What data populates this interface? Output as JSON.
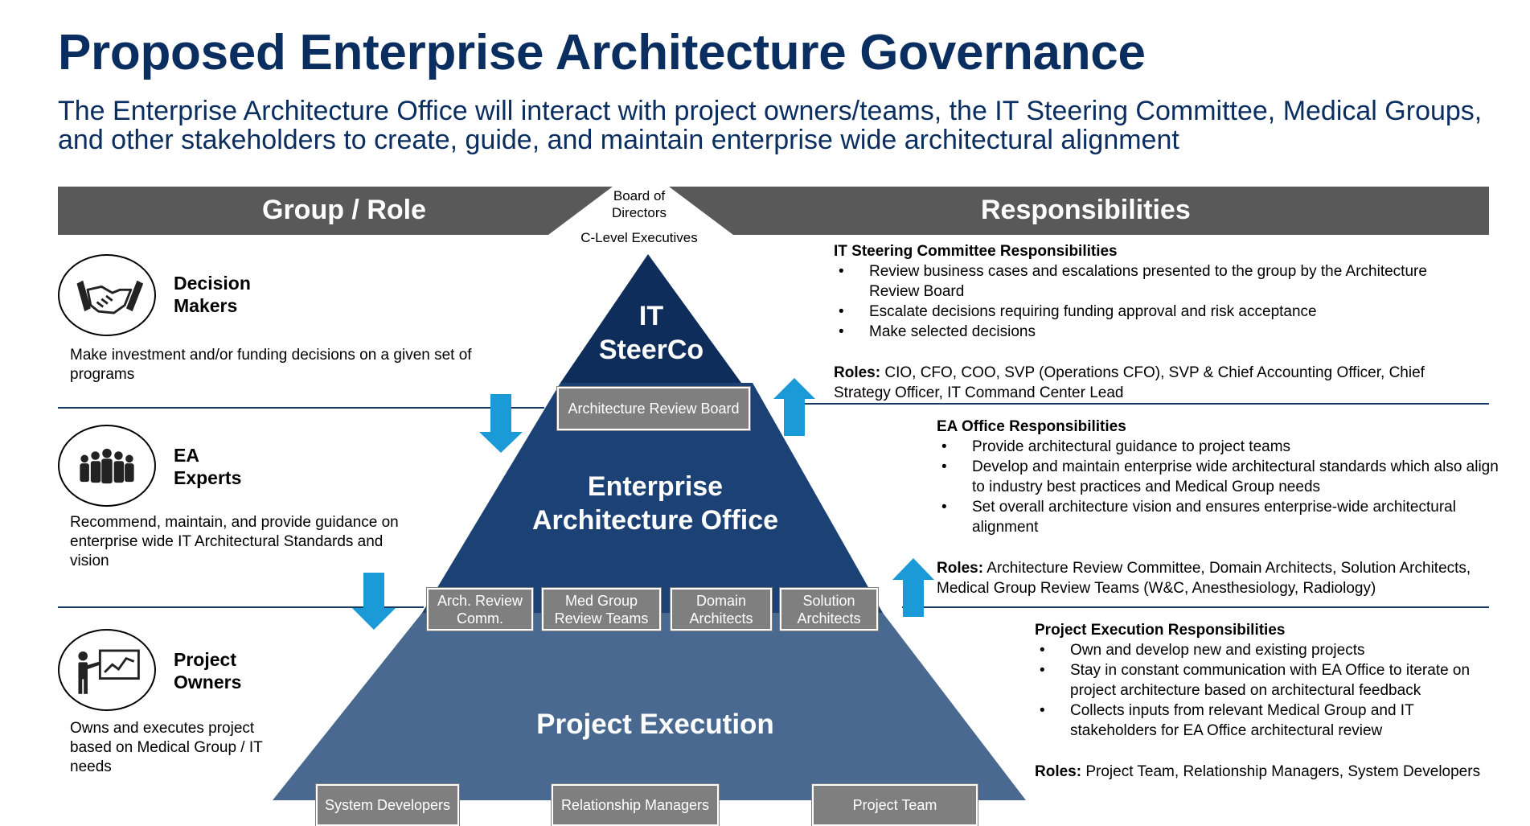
{
  "title": "Proposed Enterprise Architecture Governance",
  "subtitle": "The Enterprise Architecture Office will interact with project owners/teams, the IT Steering Committee, Medical Groups, and other stakeholders to create, guide, and maintain enterprise wide architectural alignment",
  "header": {
    "left": "Group / Role",
    "right": "Responsibilities"
  },
  "top_labels": {
    "board": "Board of Directors",
    "clevel": "C-Level Executives"
  },
  "groups": [
    {
      "name_line1": "Decision",
      "name_line2": "Makers",
      "icon": "handshake-icon",
      "description": "Make investment and/or funding decisions on a given set of programs"
    },
    {
      "name_line1": "EA",
      "name_line2": "Experts",
      "icon": "people-group-icon",
      "description": "Recommend, maintain, and provide guidance on enterprise wide IT Architectural Standards and vision"
    },
    {
      "name_line1": "Project",
      "name_line2": "Owners",
      "icon": "presenter-chart-icon",
      "description": "Owns and executes project based on Medical Group / IT needs"
    }
  ],
  "pyramid": {
    "tier1_line1": "IT",
    "tier1_line2": "SteerCo",
    "tier2_line1": "Enterprise",
    "tier2_line2": "Architecture Office",
    "tier3": "Project Execution",
    "arb": "Architecture Review Board",
    "mid_boxes": [
      "Arch. Review Comm.",
      "Med Group Review Teams",
      "Domain Architects",
      "Solution Architects"
    ],
    "bottom_boxes": [
      "System Developers",
      "Relationship Managers",
      "Project Team"
    ]
  },
  "responsibilities": [
    {
      "heading": "IT Steering Committee Responsibilities",
      "bullets": [
        "Review business cases and escalations presented to the group by the Architecture Review Board",
        "Escalate decisions requiring funding approval and risk acceptance",
        "Make selected decisions"
      ],
      "roles_label": "Roles:",
      "roles": " CIO, CFO, COO, SVP (Operations CFO), SVP & Chief Accounting Officer, Chief Strategy Officer, IT Command Center Lead"
    },
    {
      "heading": "EA Office Responsibilities",
      "bullets": [
        "Provide architectural guidance to project teams",
        "Develop and maintain enterprise wide architectural standards which also align to industry best practices and Medical Group needs",
        "Set overall architecture vision and ensures enterprise-wide architectural alignment"
      ],
      "roles_label": "Roles:",
      "roles": " Architecture Review Committee, Domain Architects, Solution Architects, Medical Group Review Teams (W&C, Anesthesiology, Radiology)"
    },
    {
      "heading": "Project Execution Responsibilities",
      "bullets": [
        "Own and develop new and existing projects",
        "Stay in constant communication with EA Office to iterate on project architecture based on architectural feedback",
        "Collects inputs from relevant Medical Group and IT stakeholders for EA Office architectural review"
      ],
      "roles_label": "Roles:",
      "roles": " Project Team, Relationship Managers, System Developers"
    }
  ],
  "colors": {
    "title": "#0b2e60",
    "banner": "#595959",
    "tier1": "#0f2d5a",
    "tier2": "#1c4275",
    "tier3": "#4a6991",
    "arrow": "#1a9ad6",
    "box": "#7f7f7f"
  }
}
